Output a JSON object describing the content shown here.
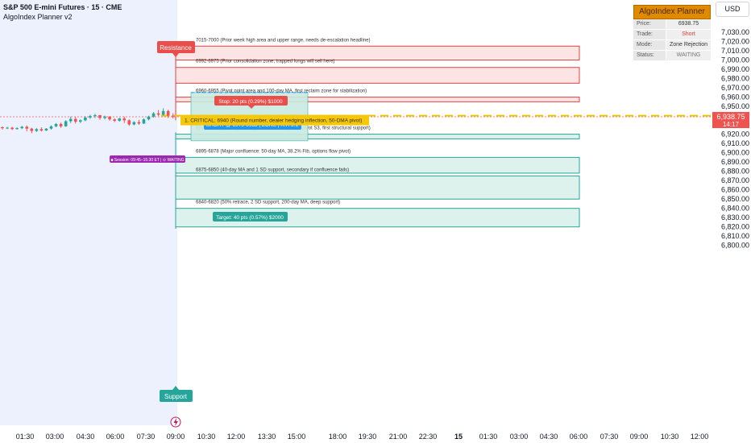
{
  "header": {
    "title": "S&P 500 E-mini Futures · 15 · CME",
    "subtitle": "AlgoIndex Planner v2"
  },
  "currency": "USD",
  "panel": {
    "title": "AlgoIndex Planner v2",
    "rows": [
      {
        "key": "Price:",
        "value": "6938.75",
        "color": "#333333"
      },
      {
        "key": "Trade:",
        "value": "Short",
        "color": "#e23b3b"
      },
      {
        "key": "Mode:",
        "value": "Zone Rejection",
        "color": "#333333"
      },
      {
        "key": "Status:",
        "value": "WAITING",
        "color": "#777777"
      }
    ]
  },
  "price_axis": {
    "ticks": [
      "7,030.00",
      "7,020.00",
      "7,010.00",
      "7,000.00",
      "6,990.00",
      "6,980.00",
      "6,970.00",
      "6,960.00",
      "6,950.00",
      "6,940.00",
      "6,930.00",
      "6,920.00",
      "6,910.00",
      "6,900.00",
      "6,890.00",
      "6,880.00",
      "6,870.00",
      "6,860.00",
      "6,850.00",
      "6,840.00",
      "6,830.00",
      "6,820.00",
      "6,810.00",
      "6,800.00"
    ],
    "tick_values": [
      7030,
      7020,
      7010,
      7000,
      6990,
      6980,
      6970,
      6960,
      6950,
      6940,
      6930,
      6920,
      6910,
      6900,
      6890,
      6880,
      6870,
      6860,
      6850,
      6840,
      6830,
      6820,
      6810,
      6800
    ],
    "current_price": "6,938.75",
    "current_value": 6938.75,
    "countdown": "14:17"
  },
  "time_axis": {
    "labels": [
      "01:30",
      "03:00",
      "04:30",
      "06:00",
      "07:30",
      "09:00",
      "10:30",
      "12:00",
      "13:30",
      "15:00",
      "18:00",
      "19:30",
      "21:00",
      "22:30",
      "15",
      "01:30",
      "03:00",
      "04:30",
      "06:00",
      "07:30",
      "09:00",
      "10:30",
      "12:00"
    ],
    "bold_label": "15"
  },
  "markers": {
    "resistance": "Resistance",
    "support": "Support",
    "flash_icon": "lightning-icon",
    "session_badge": "■ Session: 09:45–15:30 ET | ⊙ WAITING"
  },
  "zones": [
    {
      "name": "resistance-zone-1",
      "kind": "resistance",
      "high": 7015,
      "low": 7000,
      "label": "7015-7000 (Prior week high area and upper range, needs de-escalation headline)"
    },
    {
      "name": "resistance-zone-2",
      "kind": "resistance",
      "high": 6992,
      "low": 6975,
      "label": "6992-6975 (Prior consolidation zone, trapped longs will sell here)"
    },
    {
      "name": "resistance-zone-3",
      "kind": "resistance",
      "high": 6960,
      "low": 6955,
      "label": "6960-6955 (Pivot point area and 100-day MA, first reclaim zone for stabilization)"
    },
    {
      "name": "support-zone-1",
      "kind": "support",
      "high": 6920,
      "low": 6915,
      "label": "6920-6915 (Monday overnight low and computed pivot S3, first structural support)"
    },
    {
      "name": "support-zone-2",
      "kind": "support",
      "high": 6895,
      "low": 6878,
      "label": "6895-6878 (Major confluence: 50-day MA, 38.2% Fib, options flow pivot)"
    },
    {
      "name": "support-zone-3",
      "kind": "support",
      "high": 6875,
      "low": 6850,
      "label": "6875-6850 (40-day MA and 1 SD support, secondary if confluence fails)"
    },
    {
      "name": "support-zone-4",
      "kind": "support",
      "high": 6840,
      "low": 6820,
      "label": "6840-6820 (50% retrace, 2 SD support, 200-day MA, deep support)"
    }
  ],
  "critical": {
    "value": 6940,
    "label": "1. CRITICAL: 6940 (Round number, dealer hedging inflection, 50-DMA pivot)"
  },
  "trade": {
    "stop_label": "Stop: 20 pts (0.29%) $1000",
    "entry_label": "SHORT @ 6975-6955 | ZONE | R:R 2:1",
    "target_label": "Target: 40 pts (0.57%) $2000",
    "stop": 6985,
    "entry_high": 6975,
    "entry_low": 6955,
    "target": 6925
  },
  "candles": [
    {
      "o": 6927.5,
      "h": 6928.5,
      "c": 6926.5,
      "l": 6925.0
    },
    {
      "o": 6926.5,
      "h": 6928.0,
      "c": 6927.0,
      "l": 6925.5
    },
    {
      "o": 6927.0,
      "h": 6928.0,
      "c": 6925.5,
      "l": 6924.5
    },
    {
      "o": 6925.5,
      "h": 6927.5,
      "c": 6926.5,
      "l": 6925.0
    },
    {
      "o": 6926.5,
      "h": 6929.0,
      "c": 6928.0,
      "l": 6925.5
    },
    {
      "o": 6928.0,
      "h": 6929.5,
      "c": 6926.0,
      "l": 6923.0
    },
    {
      "o": 6926.0,
      "h": 6927.0,
      "c": 6923.5,
      "l": 6921.0
    },
    {
      "o": 6923.5,
      "h": 6926.5,
      "c": 6925.5,
      "l": 6922.5
    },
    {
      "o": 6925.5,
      "h": 6927.5,
      "c": 6924.0,
      "l": 6923.0
    },
    {
      "o": 6924.0,
      "h": 6926.5,
      "c": 6926.0,
      "l": 6923.5
    },
    {
      "o": 6926.0,
      "h": 6929.5,
      "c": 6928.5,
      "l": 6925.0
    },
    {
      "o": 6928.5,
      "h": 6932.0,
      "c": 6931.0,
      "l": 6927.5
    },
    {
      "o": 6931.0,
      "h": 6932.5,
      "c": 6928.5,
      "l": 6927.0
    },
    {
      "o": 6928.5,
      "h": 6935.0,
      "c": 6934.0,
      "l": 6928.0
    },
    {
      "o": 6934.0,
      "h": 6939.0,
      "c": 6936.5,
      "l": 6932.0
    },
    {
      "o": 6936.5,
      "h": 6938.5,
      "c": 6933.5,
      "l": 6931.5
    },
    {
      "o": 6933.5,
      "h": 6936.0,
      "c": 6935.0,
      "l": 6932.0
    },
    {
      "o": 6935.0,
      "h": 6939.5,
      "c": 6938.0,
      "l": 6934.0
    },
    {
      "o": 6938.0,
      "h": 6941.0,
      "c": 6939.5,
      "l": 6936.5
    },
    {
      "o": 6939.5,
      "h": 6942.0,
      "c": 6940.5,
      "l": 6937.5
    },
    {
      "o": 6940.5,
      "h": 6941.0,
      "c": 6937.5,
      "l": 6935.5
    },
    {
      "o": 6937.5,
      "h": 6940.0,
      "c": 6939.0,
      "l": 6936.0
    },
    {
      "o": 6939.0,
      "h": 6939.5,
      "c": 6936.0,
      "l": 6934.5
    },
    {
      "o": 6936.0,
      "h": 6937.0,
      "c": 6934.5,
      "l": 6933.0
    },
    {
      "o": 6934.5,
      "h": 6937.5,
      "c": 6937.0,
      "l": 6933.5
    },
    {
      "o": 6937.0,
      "h": 6939.0,
      "c": 6935.0,
      "l": 6932.0
    },
    {
      "o": 6935.0,
      "h": 6936.0,
      "c": 6930.5,
      "l": 6929.0
    },
    {
      "o": 6930.5,
      "h": 6934.0,
      "c": 6933.0,
      "l": 6929.5
    },
    {
      "o": 6933.0,
      "h": 6935.5,
      "c": 6931.5,
      "l": 6930.0
    },
    {
      "o": 6931.5,
      "h": 6937.0,
      "c": 6936.0,
      "l": 6931.0
    },
    {
      "o": 6936.0,
      "h": 6940.0,
      "c": 6939.0,
      "l": 6935.0
    },
    {
      "o": 6939.0,
      "h": 6944.0,
      "c": 6942.5,
      "l": 6938.0
    },
    {
      "o": 6942.5,
      "h": 6946.0,
      "c": 6941.0,
      "l": 6939.5
    },
    {
      "o": 6941.0,
      "h": 6948.0,
      "c": 6945.0,
      "l": 6940.0
    },
    {
      "o": 6945.0,
      "h": 6946.5,
      "c": 6940.0,
      "l": 6937.5
    },
    {
      "o": 6940.0,
      "h": 6942.5,
      "c": 6939.0,
      "l": 6937.0
    }
  ]
}
